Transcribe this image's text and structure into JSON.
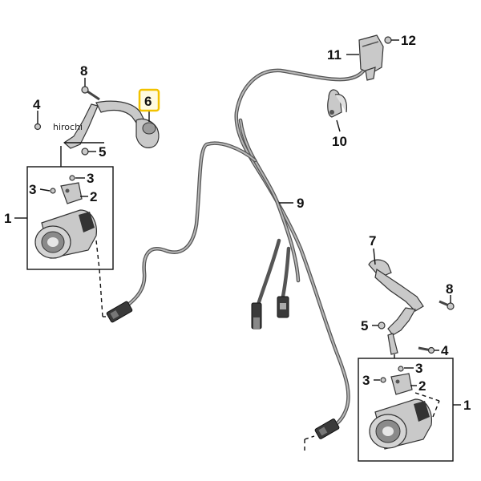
{
  "watermark": "hirochi",
  "callouts": [
    {
      "id": "c8a",
      "text": "8"
    },
    {
      "id": "c6",
      "text": "6",
      "highlighted": true
    },
    {
      "id": "c4a",
      "text": "4"
    },
    {
      "id": "c5a",
      "text": "5"
    },
    {
      "id": "c3a1",
      "text": "3"
    },
    {
      "id": "c3a2",
      "text": "3"
    },
    {
      "id": "c2a",
      "text": "2"
    },
    {
      "id": "c1a",
      "text": "1"
    },
    {
      "id": "c11",
      "text": "11"
    },
    {
      "id": "c12",
      "text": "12"
    },
    {
      "id": "c10",
      "text": "10"
    },
    {
      "id": "c9",
      "text": "9"
    },
    {
      "id": "c7",
      "text": "7"
    },
    {
      "id": "c8b",
      "text": "8"
    },
    {
      "id": "c5b",
      "text": "5"
    },
    {
      "id": "c4b",
      "text": "4"
    },
    {
      "id": "c3b1",
      "text": "3"
    },
    {
      "id": "c3b2",
      "text": "3"
    },
    {
      "id": "c2b",
      "text": "2"
    },
    {
      "id": "c1b",
      "text": "1"
    }
  ],
  "colors": {
    "highlight": "#f2c200",
    "line": "#111111",
    "harness": "#555555"
  }
}
